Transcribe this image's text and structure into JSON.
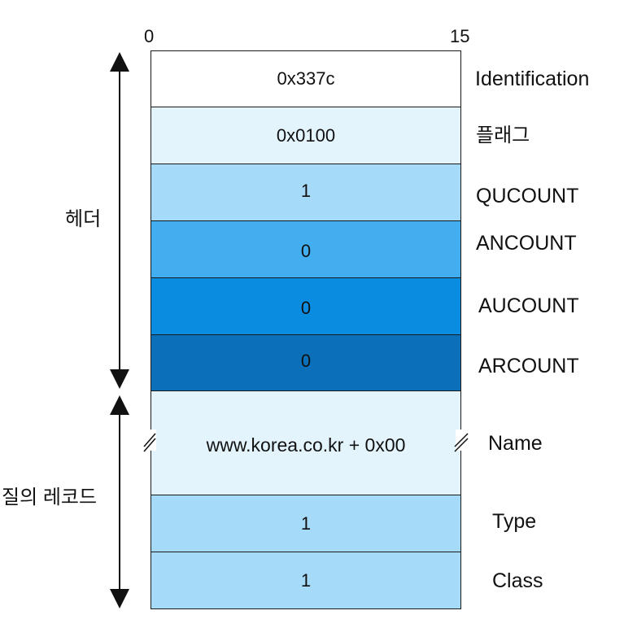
{
  "bit_scale": {
    "start": "0",
    "end": "15"
  },
  "colors": {
    "white": "#ffffff",
    "pale": "#e3f4fd",
    "light": "#a6daf9",
    "medium": "#42aef0",
    "strong": "#0a8ce0",
    "dark": "#0b6fba"
  },
  "header_fields": [
    {
      "value": "0x337c",
      "label": "Identification",
      "color": "white"
    },
    {
      "value": "0x0100",
      "label": "플래그",
      "color": "pale"
    },
    {
      "value": "1",
      "label": "QUCOUNT",
      "color": "light"
    },
    {
      "value": "0",
      "label": "ANCOUNT",
      "color": "medium"
    },
    {
      "value": "0",
      "label": "AUCOUNT",
      "color": "strong"
    },
    {
      "value": "0",
      "label": "ARCOUNT",
      "color": "dark"
    }
  ],
  "query_fields": [
    {
      "value": "www.korea.co.kr + 0x00",
      "label": "Name",
      "color": "pale",
      "variable_length": true
    },
    {
      "value": "1",
      "label": "Type",
      "color": "light"
    },
    {
      "value": "1",
      "label": "Class",
      "color": "light"
    }
  ],
  "sections": {
    "header": "헤더",
    "query_record": "질의 레코드"
  }
}
